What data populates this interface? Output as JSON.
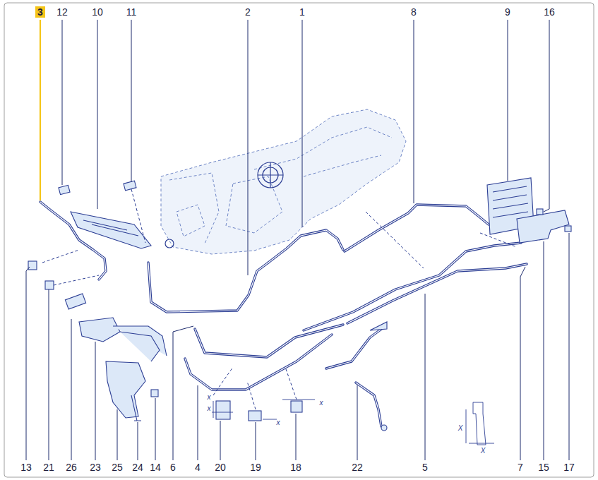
{
  "diagram": {
    "labels": [
      "3",
      "12",
      "10",
      "11",
      "2",
      "1",
      "8",
      "9",
      "16",
      "13",
      "21",
      "26",
      "23",
      "25",
      "24",
      "14",
      "6",
      "4",
      "20",
      "19",
      "18",
      "22",
      "5",
      "7",
      "15",
      "17",
      "x",
      "x",
      "x",
      "x",
      "X",
      "X"
    ]
  }
}
